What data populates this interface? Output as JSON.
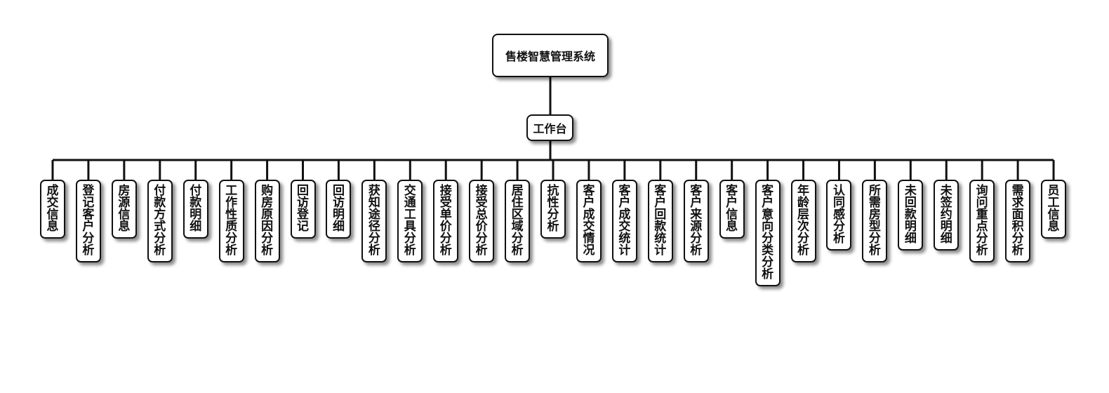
{
  "root": {
    "label": "售楼智慧管理系统"
  },
  "hub": {
    "label": "工作台"
  },
  "leaves": [
    "成交信息",
    "登记客户分析",
    "房源信息",
    "付款方式分析",
    "付款明细",
    "工作性质分析",
    "购房原因分析",
    "回访登记",
    "回访明细",
    "获知途径分析",
    "交通工具分析",
    "接受单价分析",
    "接受总价分析",
    "居住区域分析",
    "抗性分析",
    "客户成交情况",
    "客户成交统计",
    "客户回款统计",
    "客户来源分析",
    "客户信息",
    "客户意向分类分析",
    "年龄层次分析",
    "认同感分析",
    "所需房型分析",
    "未回款明细",
    "未签约明细",
    "询问重点分析",
    "需求面积分析",
    "员工信息"
  ]
}
